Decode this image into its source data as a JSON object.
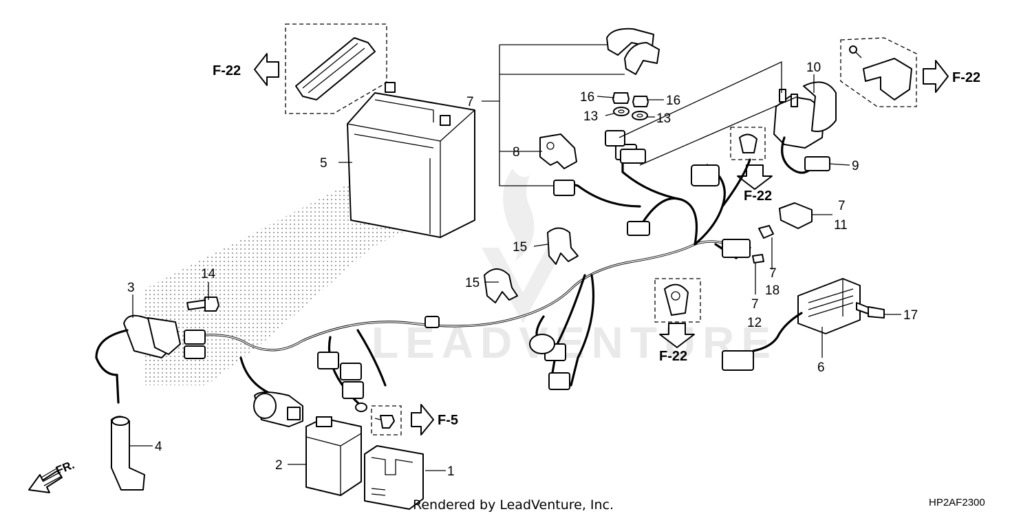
{
  "diagram": {
    "callouts": [
      {
        "id": "c1",
        "text": "1"
      },
      {
        "id": "c2",
        "text": "2"
      },
      {
        "id": "c3",
        "text": "3"
      },
      {
        "id": "c4",
        "text": "4"
      },
      {
        "id": "c5",
        "text": "5"
      },
      {
        "id": "c6",
        "text": "6"
      },
      {
        "id": "c7a",
        "text": "7"
      },
      {
        "id": "c7b",
        "text": "7"
      },
      {
        "id": "c7c",
        "text": "7"
      },
      {
        "id": "c7d",
        "text": "7"
      },
      {
        "id": "c8",
        "text": "8"
      },
      {
        "id": "c9",
        "text": "9"
      },
      {
        "id": "c10",
        "text": "10"
      },
      {
        "id": "c11",
        "text": "11"
      },
      {
        "id": "c12",
        "text": "12"
      },
      {
        "id": "c13a",
        "text": "13"
      },
      {
        "id": "c13b",
        "text": "13"
      },
      {
        "id": "c14",
        "text": "14"
      },
      {
        "id": "c15a",
        "text": "15"
      },
      {
        "id": "c15b",
        "text": "15"
      },
      {
        "id": "c16a",
        "text": "16"
      },
      {
        "id": "c16b",
        "text": "16"
      },
      {
        "id": "c17",
        "text": "17"
      },
      {
        "id": "c18",
        "text": "18"
      }
    ],
    "references": [
      {
        "id": "r1",
        "text": "F-22"
      },
      {
        "id": "r2",
        "text": "F-22"
      },
      {
        "id": "r3",
        "text": "F-22"
      },
      {
        "id": "r4",
        "text": "F-22"
      },
      {
        "id": "r5",
        "text": "F-5"
      }
    ],
    "direction_label": "FR.",
    "watermark": "LEADVENTURE",
    "footer": "Rendered by LeadVenture, Inc.",
    "diagram_code": "HP2AF2300"
  }
}
